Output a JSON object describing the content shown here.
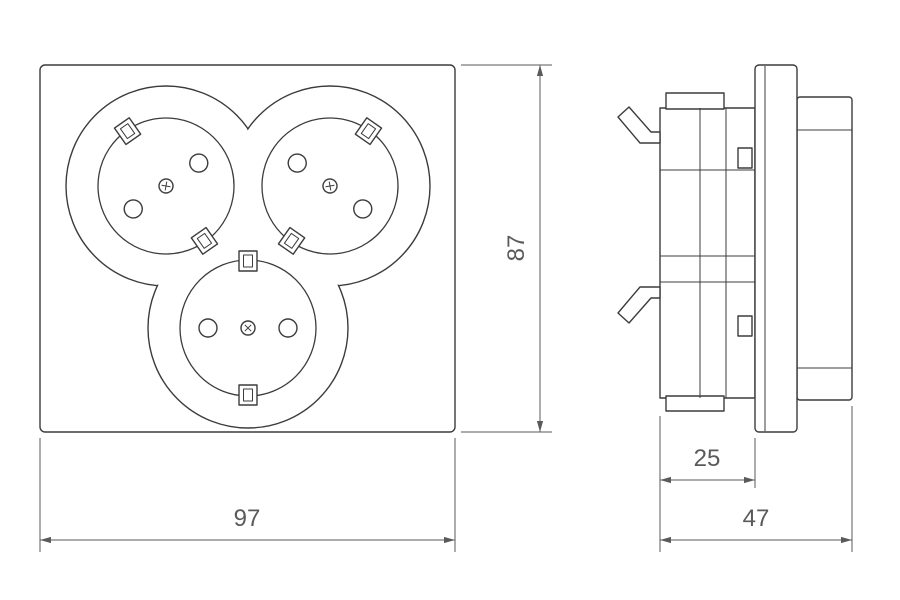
{
  "page": {
    "background": "#ffffff"
  },
  "colors": {
    "outline": "#3c3c3c",
    "dimension": "#5a5a5a"
  },
  "dimensions": {
    "front_width": {
      "value": "97"
    },
    "front_height": {
      "value": "87"
    },
    "mount_depth": {
      "value": "25"
    },
    "total_depth": {
      "value": "47"
    }
  }
}
